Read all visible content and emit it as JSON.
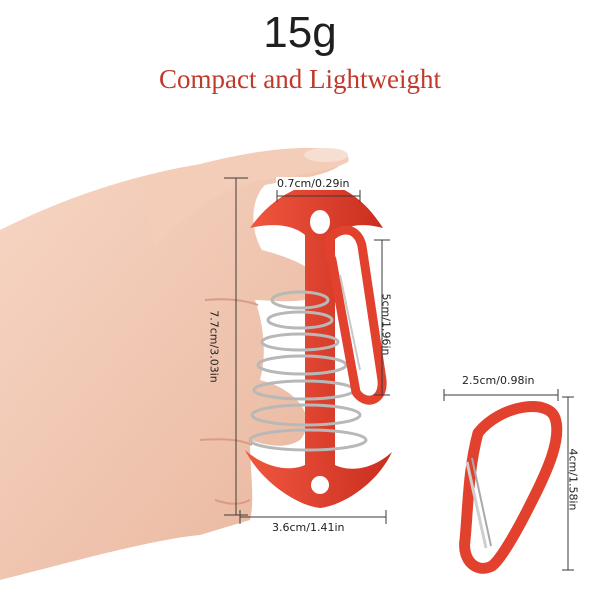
{
  "header": {
    "weight": "15g",
    "subtitle": "Compact and Lightweight"
  },
  "dimensions": {
    "top_hole": "0.7cm/0.29in",
    "total_height": "7.7cm/3.03in",
    "carabiner_height_on_stake": "5cm/1.96in",
    "base_width": "3.6cm/1.41in",
    "carabiner_width": "2.5cm/0.98in",
    "carabiner_height": "4cm/1.58in"
  },
  "colors": {
    "accent_red": "#c0392b",
    "metal_red": "#e2412e",
    "skin": "#f2c9b4"
  }
}
